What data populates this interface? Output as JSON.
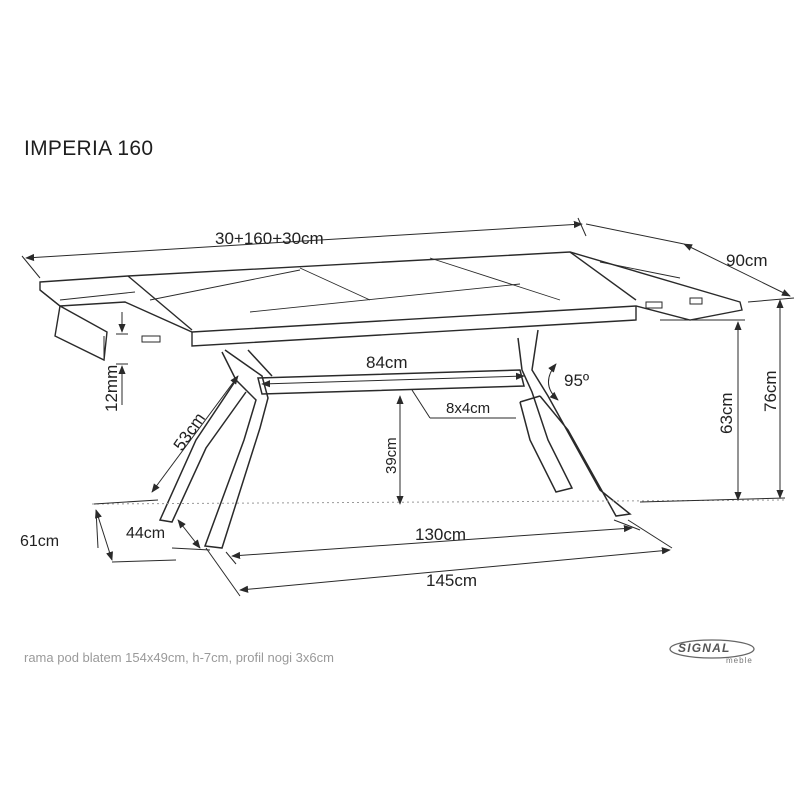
{
  "title": "IMPERIA 160",
  "footnote": "rama pod blatem 154x49cm, h-7cm, profil nogi 3x6cm",
  "brand": {
    "name": "SIGNAL",
    "sub": "meble"
  },
  "dimensions": {
    "top_length": "30+160+30cm",
    "depth": "90cm",
    "total_height": "76cm",
    "inner_height": "63cm",
    "top_thickness": "12mm",
    "leg_length": "53cm",
    "beam_length": "84cm",
    "angle": "95º",
    "beam_profile": "8x4cm",
    "beam_height": "39cm",
    "base_depth": "61cm",
    "leg_depth": "44cm",
    "inner_base": "130cm",
    "base_length": "145cm"
  },
  "colors": {
    "line": "#2a2a2a",
    "text": "#222222",
    "footnote": "#9a9a9a"
  }
}
